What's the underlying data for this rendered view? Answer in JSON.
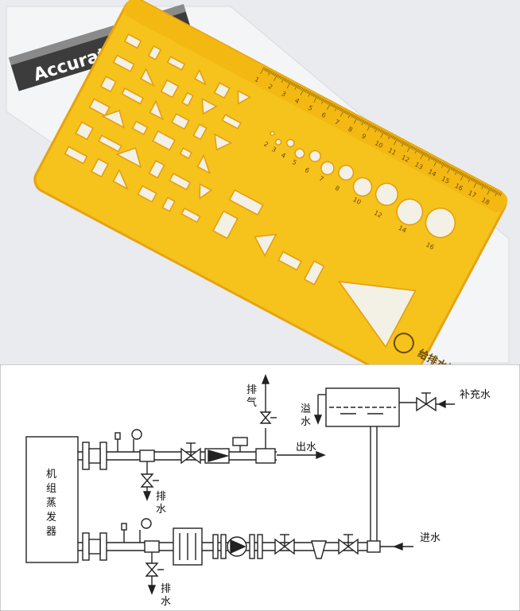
{
  "photo": {
    "package_brand": "Accurate",
    "template_name": "给排水模板",
    "ruler_numbers": [
      "1",
      "2",
      "3",
      "4",
      "5",
      "6",
      "7",
      "8",
      "9",
      "10",
      "11",
      "12",
      "13",
      "14",
      "15",
      "16",
      "17",
      "18"
    ],
    "circle_sizes": [
      "2",
      "3",
      "4",
      "5",
      "6",
      "7",
      "8",
      "10",
      "12",
      "14",
      "16"
    ],
    "colors": {
      "template": "#f6c21c",
      "template_edge": "#e6a410",
      "background": "#e9ebee"
    }
  },
  "diagram": {
    "unit_label_lines": [
      "机",
      "组",
      "蒸",
      "发",
      "器"
    ],
    "labels": {
      "vent": [
        "排",
        "气"
      ],
      "water_out": "出水",
      "overflow": [
        "溢",
        "水"
      ],
      "makeup_water": "补充水",
      "drain_top": [
        "排",
        "水"
      ],
      "water_in": "进水",
      "drain_bottom": [
        "排",
        "水"
      ]
    }
  }
}
